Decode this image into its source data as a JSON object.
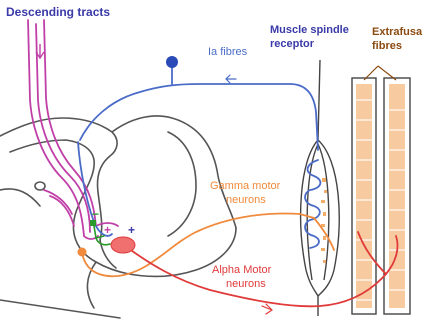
{
  "labels": {
    "descending_tracts": "Descending tracts",
    "ia_fibres": "Ia fibres",
    "muscle_spindle_receptor_line1": "Muscle spindle",
    "muscle_spindle_receptor_line2": "receptor",
    "extrafusal_fibres_line1": "Extrafusa",
    "extrafusal_fibres_line2": "fibres",
    "gamma_motor_neurons_line1": "Gamma motor",
    "gamma_motor_neurons_line2": "neurons",
    "alpha_motor_neurons_line1": "Alpha Motor",
    "alpha_motor_neurons_line2": "neurons",
    "synapse_plus": "+",
    "synapse_minus": "−"
  },
  "colors": {
    "descending_tracts": "#3a3aa8",
    "ia_fibres": "#4a6cc8",
    "muscle_spindle": "#3a3aa8",
    "extrafusal": "#8b4a10",
    "gamma": "#f08a3c",
    "alpha": "#e03a3a",
    "tract_line": "#c040a8",
    "cord_outline": "#555555"
  }
}
